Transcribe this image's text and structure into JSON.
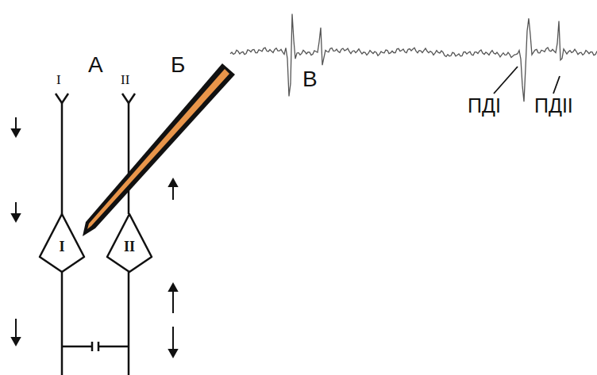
{
  "diagram": {
    "nodes": [
      {
        "text": [
          "I"
        ]
      },
      {
        "text": [
          "II"
        ]
      }
    ],
    "labels": [
      "I",
      "II",
      "А",
      "Б",
      "В",
      "ПДI",
      "ПДII"
    ]
  }
}
